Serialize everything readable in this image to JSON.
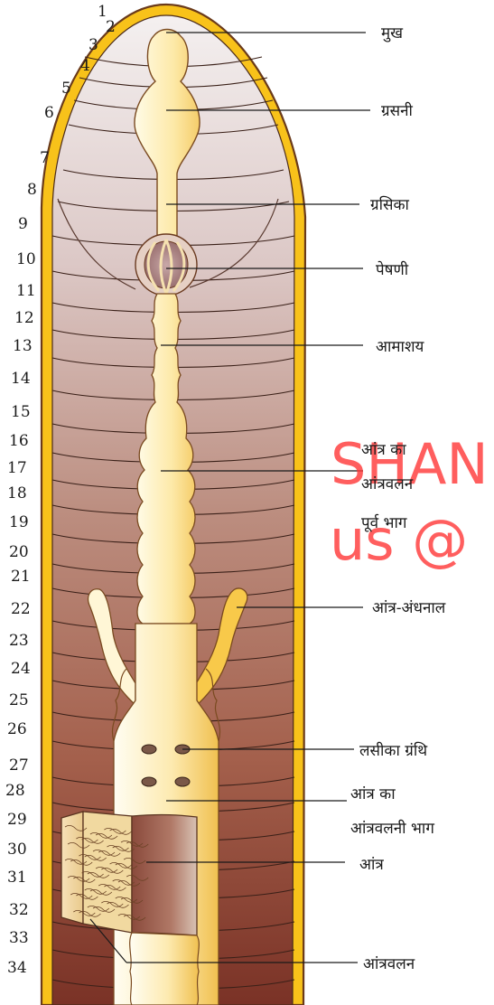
{
  "segment_numbers": [
    "1",
    "2",
    "3",
    "4",
    "5",
    "6",
    "7",
    "8",
    "9",
    "10",
    "11",
    "12",
    "13",
    "14",
    "15",
    "16",
    "17",
    "18",
    "19",
    "20",
    "21",
    "22",
    "23",
    "24",
    "25",
    "26",
    "27",
    "28",
    "29",
    "30",
    "31",
    "32",
    "33",
    "34"
  ],
  "labels": {
    "mouth": "मुख",
    "pharynx": "ग्रसनी",
    "oesophagus": "ग्रसिका",
    "gizzard": "पेषणी",
    "stomach": "आमाशय",
    "pre_typhlosolar_1": "आंत्र का",
    "pre_typhlosolar_2": "आंत्रवलन",
    "pre_typhlosolar_3": "पूर्व भाग",
    "caeca": "आंत्र-अंधनाल",
    "lymph_glands": "लसीका ग्रंथि",
    "typhlosolar_1": "आंत्र का",
    "typhlosolar_2": "आंत्रवलनी भाग",
    "intestine": "आंत्र",
    "typhlosole": "आंत्रवलन"
  },
  "watermark": {
    "line1": "SHAN",
    "line2": "us @"
  }
}
